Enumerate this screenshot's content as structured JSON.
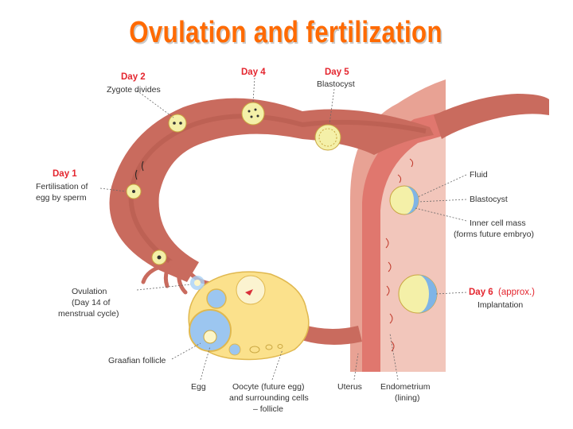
{
  "title": "Ovulation and  fertilization",
  "labels": {
    "day2": {
      "day": "Day 2",
      "desc": "Zygote divides"
    },
    "day4": {
      "day": "Day 4"
    },
    "day5": {
      "day": "Day 5",
      "desc": "Blastocyst"
    },
    "day1": {
      "day": "Day 1",
      "desc1": "Fertilisation of",
      "desc2": "egg by sperm"
    },
    "ovulation": {
      "line1": "Ovulation",
      "line2": "(Day 14 of",
      "line3": "menstrual cycle)"
    },
    "graafian": "Graafian follicle",
    "egg": "Egg",
    "oocyte": {
      "line1": "Oocyte (future egg)",
      "line2": "and surrounding cells",
      "line3": "– follicle"
    },
    "uterus": "Uterus",
    "endometrium": {
      "line1": "Endometrium",
      "line2": "(lining)"
    },
    "fluid": "Fluid",
    "blastocyst": "Blastocyst",
    "inner_cell_mass": {
      "line1": "Inner cell mass",
      "line2": "(forms future embryo)"
    },
    "day6": {
      "day": "Day 6",
      "approx": "(approx.)",
      "desc": "Implantation"
    }
  },
  "colors": {
    "title": "#ff6a00",
    "tube": "#c96b5e",
    "uterus_wall": "#e8a294",
    "endometrium": "#e7655f",
    "ovary": "#fbe18c",
    "blastocyst_fluid": "#7fb4e6",
    "day_label": "#e4262f"
  }
}
